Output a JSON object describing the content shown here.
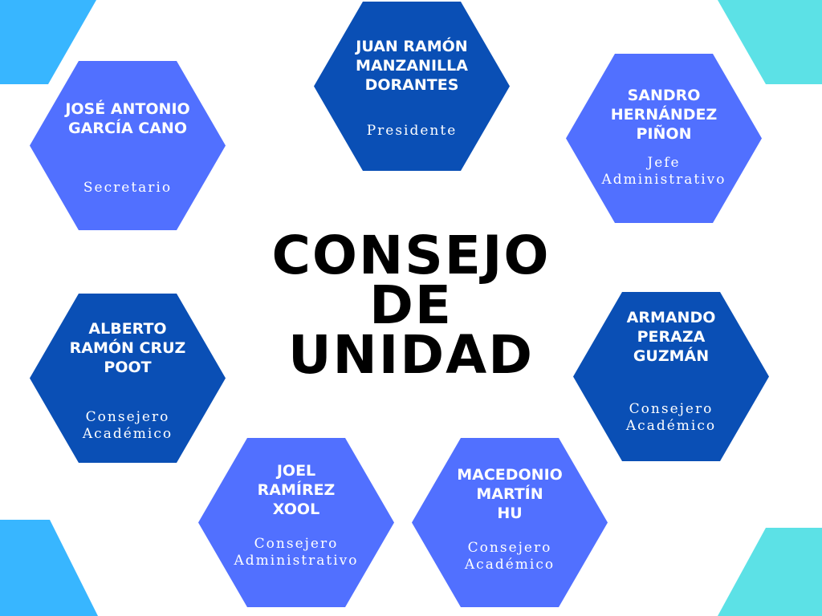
{
  "title": {
    "line1": "CONSEJO",
    "line2": "DE",
    "line3": "UNIDAD"
  },
  "members": {
    "presidente": {
      "name1": "JUAN RAMÓN",
      "name2": "MANZANILLA",
      "name3": "DORANTES",
      "role1": "Presidente"
    },
    "secretario": {
      "name1": "JOSÉ ANTONIO",
      "name2": "GARCÍA CANO",
      "role1": "Secretario"
    },
    "jefe": {
      "name1": "SANDRO",
      "name2": "HERNÁNDEZ",
      "name3": "PIÑON",
      "role1": "Jefe",
      "role2": "Administrativo"
    },
    "alberto": {
      "name1": "ALBERTO",
      "name2": "RAMÓN CRUZ",
      "name3": "POOT",
      "role1": "Consejero",
      "role2": "Académico"
    },
    "armando": {
      "name1": "ARMANDO",
      "name2": "PERAZA",
      "name3": "GUZMÁN",
      "role1": "Consejero",
      "role2": "Académico"
    },
    "joel": {
      "name1": "JOEL",
      "name2": "RAMÍREZ",
      "name3": "XOOL",
      "role1": "Consejero",
      "role2": "Administrativo"
    },
    "macedonio": {
      "name1": "MACEDONIO",
      "name2": "MARTÍN",
      "name3": "HU",
      "role1": "Consejero",
      "role2": "Académico"
    }
  },
  "colors": {
    "dark_hex": "#0a4fb5",
    "light_hex": "#5170ff",
    "corner_blue": "#38b6ff",
    "corner_cyan": "#5ce1e6"
  }
}
